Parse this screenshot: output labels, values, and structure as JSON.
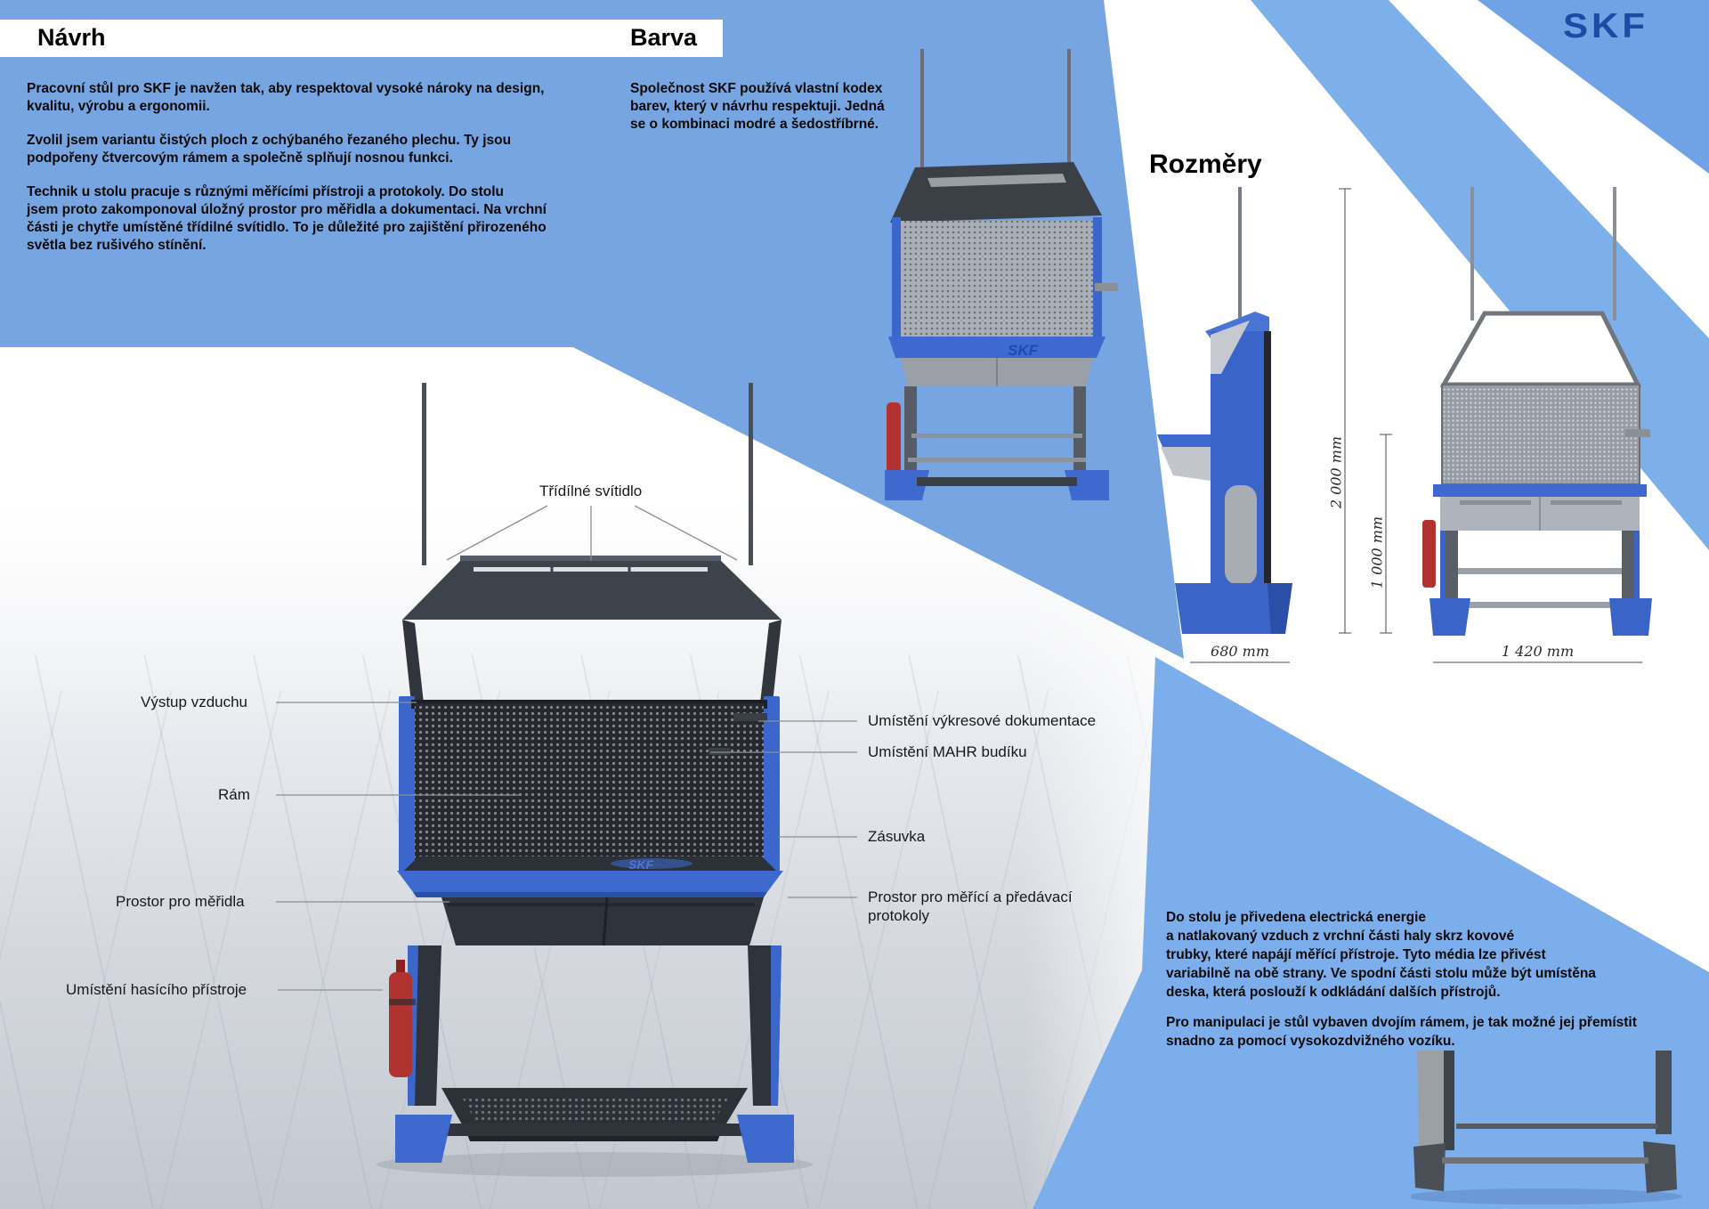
{
  "colors": {
    "blue_panel": "#76a5e2",
    "blue_band": "#7db0ea",
    "blue_corner": "#6fa3e6",
    "blue_bottom": "#7caeec",
    "skf_blue": "#1c4aa4",
    "bench_blue": "#3e6ad0",
    "bench_dark": "#2f343c",
    "extinguisher_red": "#b23230",
    "floor_gray": "#c6cbd2"
  },
  "logo": {
    "text": "SKF"
  },
  "navrh": {
    "title": "Návrh",
    "paragraphs": [
      "Pracovní stůl pro SKF je navžen tak, aby respektoval vysoké nároky na design,\nkvalitu, výrobu a ergonomii.",
      "Zvolil jsem variantu čistých ploch z ochýbaného řezaného plechu. Ty jsou\npodpořeny čtvercovým rámem a společně splňují nosnou funkci.",
      "Technik u stolu pracuje s různými měřícími přístroji a protokoly. Do stolu\njsem proto zakomponoval úložný prostor pro měřidla a dokumentaci. Na vrchní\nčásti je chytře umístěné třídilné svítidlo. To je důležité pro zajištění přirozeného\nsvětla bez rušivého stínění."
    ]
  },
  "barva": {
    "title": "Barva",
    "text": "Společnost SKF používá vlastní kodex\nbarev, který v návrhu respektuji. Jedná\nse o kombinaci modré a šedostříbrné."
  },
  "rozmery": {
    "title": "Rozměry",
    "dim_total_height": "2 000 mm",
    "dim_desk_height": "1 000 mm",
    "dim_depth": "680 mm",
    "dim_width": "1 420 mm"
  },
  "callouts": {
    "svitidlo": "Třídílné svítidlo",
    "vystup": "Výstup vzduchu",
    "ram": "Rám",
    "meridla": "Prostor pro měřidla",
    "hasici": "Umístění hasícího přístroje",
    "dokumentace": "Umístění výkresové dokumentace",
    "mahr": "Umístění MAHR budíku",
    "zasuvka": "Zásuvka",
    "protokoly": "Prostor pro měřící a předávací\nprotokoly"
  },
  "bottom_text": {
    "paragraphs": [
      "Do stolu je přivedena electrická energie\na natlakovaný vzduch z vrchní části haly skrz kovové\ntrubky, které napájí měřící přístroje. Tyto média lze přivést\nvariabilně na obě strany. Ve spodní části stolu může být umístěna\ndeska, která poslouží k odkládání dalších přístrojů.",
      "Pro manipulaci je stůl vybaven dvojím rámem, je tak možné jej přemístit\nsnadno za pomocí vysokozdvižného vozíku."
    ]
  },
  "desk_marking": {
    "text": "SKF"
  }
}
